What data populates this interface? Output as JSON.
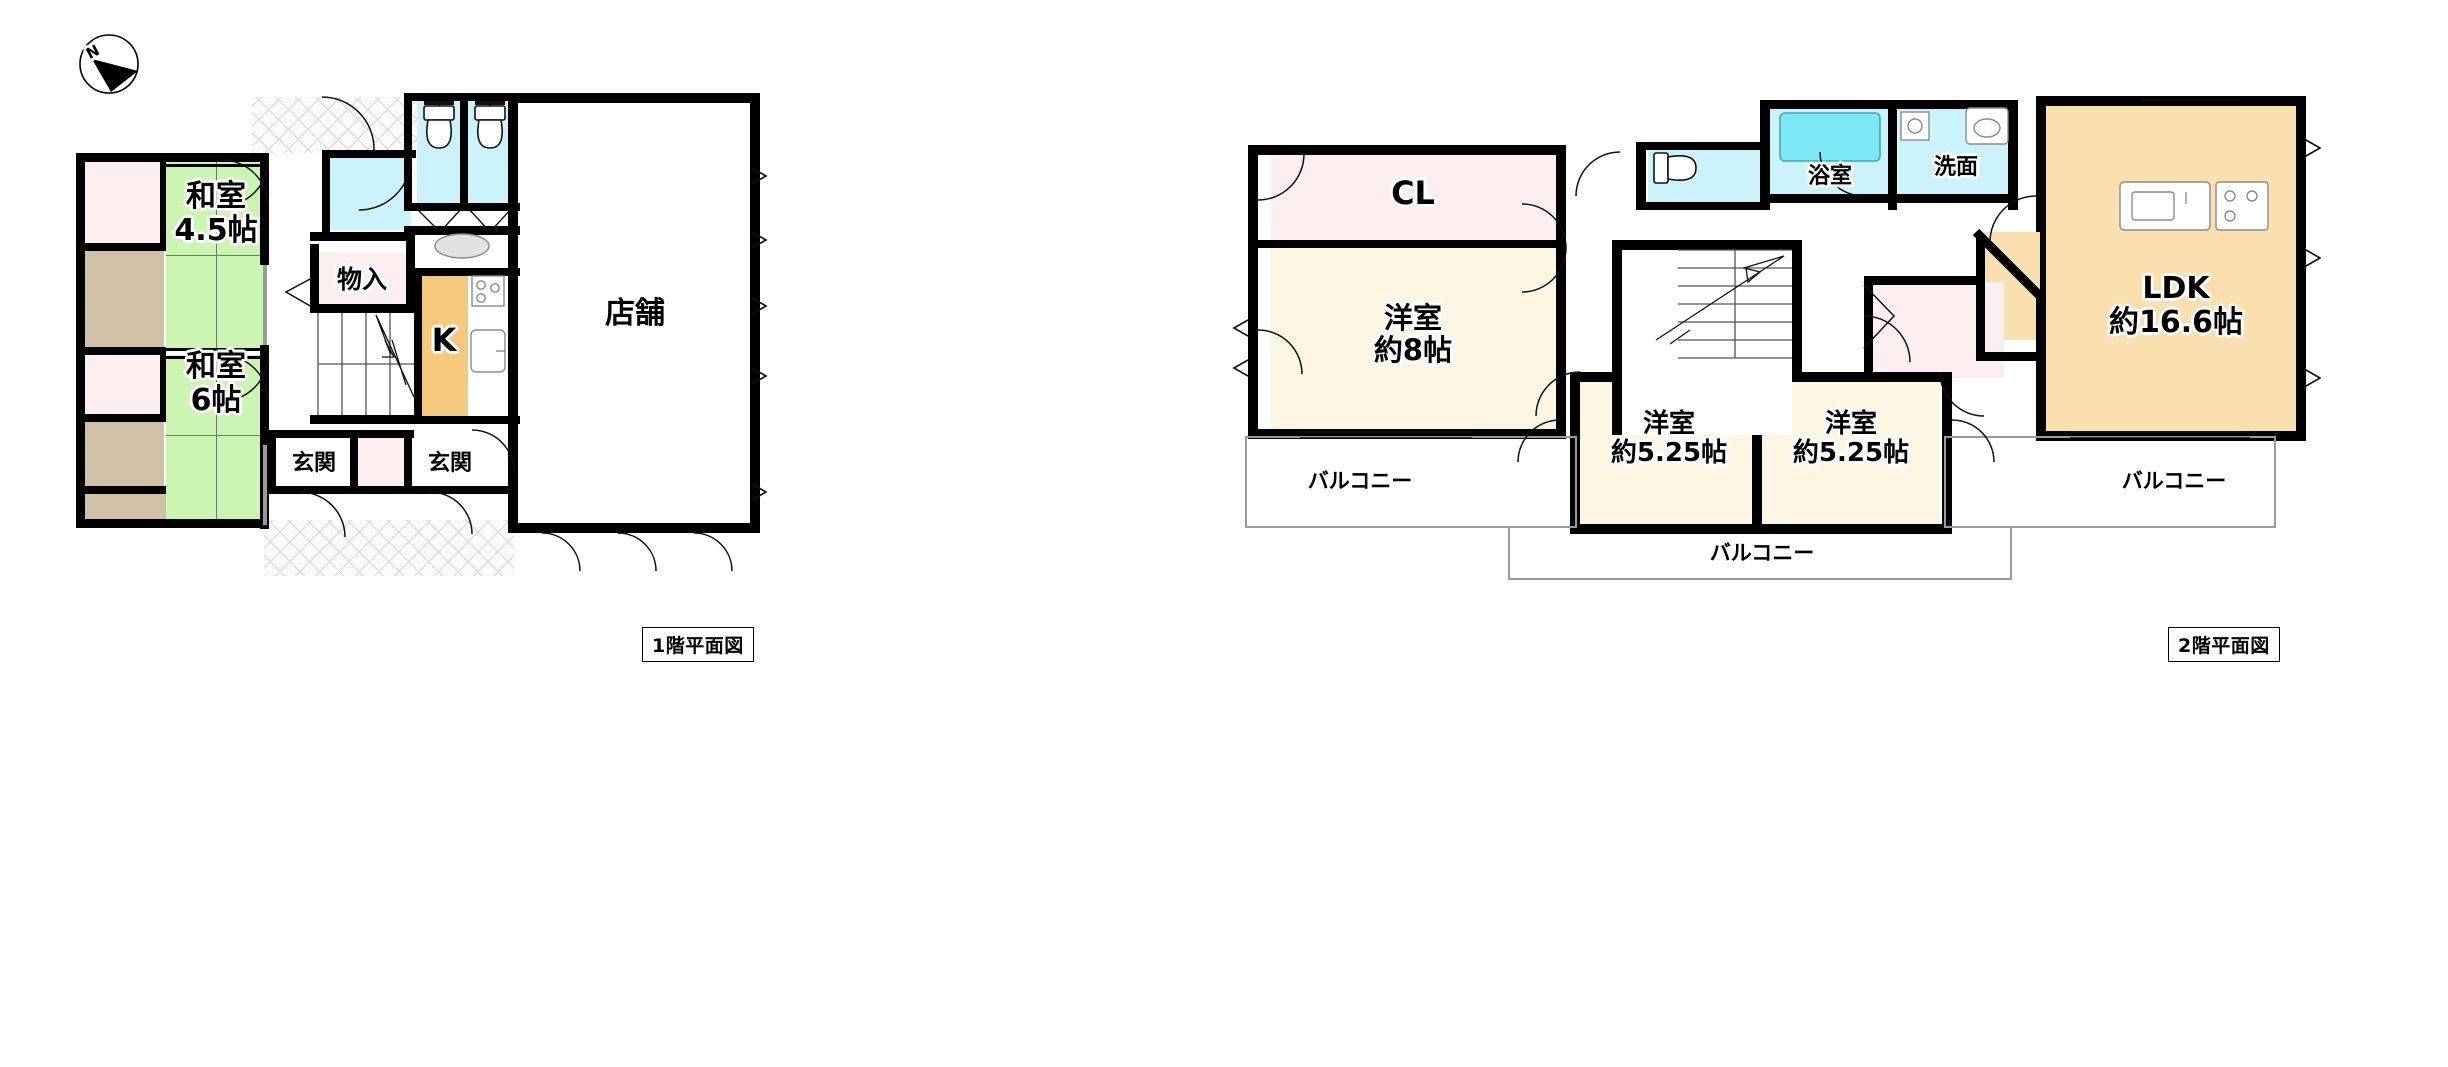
{
  "document": {
    "type": "floor-plan",
    "language": "ja",
    "compass": {
      "label": "N",
      "name": "north-arrow"
    }
  },
  "captions": {
    "floor1": "1階平面図",
    "floor2": "2階平面図"
  },
  "floor1": {
    "name": "1階平面図",
    "rooms": [
      {
        "key": "washitsu45",
        "label": "和室",
        "size": "4.5帖",
        "fill": "#ccf5b3"
      },
      {
        "key": "washitsu6",
        "label": "和室",
        "size": "6帖",
        "fill": "#ccf5b3"
      },
      {
        "key": "monoire",
        "label": "物入",
        "size": "",
        "fill": "#fdeff0"
      },
      {
        "key": "kitchen",
        "label": "K",
        "size": "",
        "fill": "#f2c97d"
      },
      {
        "key": "tenpo",
        "label": "店舗",
        "size": "",
        "fill": "#ffffff"
      },
      {
        "key": "genkan1",
        "label": "玄関",
        "size": "",
        "fill": "#ffffff"
      },
      {
        "key": "genkan2",
        "label": "玄関",
        "size": "",
        "fill": "#ffffff"
      }
    ],
    "fixtures": [
      {
        "key": "toilet-left",
        "name": "toilet-icon"
      },
      {
        "key": "toilet-right",
        "name": "toilet-icon"
      },
      {
        "key": "washbasin",
        "name": "washbasin-icon"
      },
      {
        "key": "stove",
        "name": "stove-icon"
      },
      {
        "key": "sink",
        "name": "sink-icon"
      },
      {
        "key": "stairs",
        "name": "staircase-icon"
      }
    ]
  },
  "floor2": {
    "name": "2階平面図",
    "rooms": [
      {
        "key": "cl",
        "label": "CL",
        "size": "",
        "fill": "#fdeff0"
      },
      {
        "key": "yoshitsu8",
        "label": "洋室",
        "size": "約8帖",
        "fill": "#fcf6e3"
      },
      {
        "key": "yoshitsuA",
        "label": "洋室",
        "size": "約5.25帖",
        "fill": "#fcf6e3"
      },
      {
        "key": "yoshitsuB",
        "label": "洋室",
        "size": "約5.25帖",
        "fill": "#fcf6e3"
      },
      {
        "key": "ldk",
        "label": "LDK",
        "size": "約16.6帖",
        "fill": "#fae0ae"
      },
      {
        "key": "yokushitsu",
        "label": "浴室",
        "size": "",
        "fill": "#ccf2fb"
      },
      {
        "key": "senmen",
        "label": "洗面",
        "size": "",
        "fill": "#ccf2fb"
      },
      {
        "key": "balconyL",
        "label": "バルコニー",
        "size": "",
        "fill": "#ffffff"
      },
      {
        "key": "balconyR",
        "label": "バルコニー",
        "size": "",
        "fill": "#ffffff"
      },
      {
        "key": "balconyC",
        "label": "バルコニー",
        "size": "",
        "fill": "#ffffff"
      }
    ],
    "fixtures": [
      {
        "key": "toilet",
        "name": "toilet-icon"
      },
      {
        "key": "bathtub",
        "name": "bathtub-icon"
      },
      {
        "key": "washer",
        "name": "washing-machine-icon"
      },
      {
        "key": "basin",
        "name": "washbasin-icon"
      },
      {
        "key": "sink",
        "name": "sink-icon"
      },
      {
        "key": "stove",
        "name": "stove-icon"
      },
      {
        "key": "stairs",
        "name": "staircase-icon"
      }
    ]
  },
  "colors": {
    "wall": "#000000",
    "washitsu": "#ccf5b3",
    "closet": "#fdeff0",
    "water": "#ccf2fb",
    "kitchen": "#f2c97d",
    "ldk": "#fae0ae",
    "western": "#fcf6e3",
    "tatami_edge": "#cfc0a6"
  }
}
